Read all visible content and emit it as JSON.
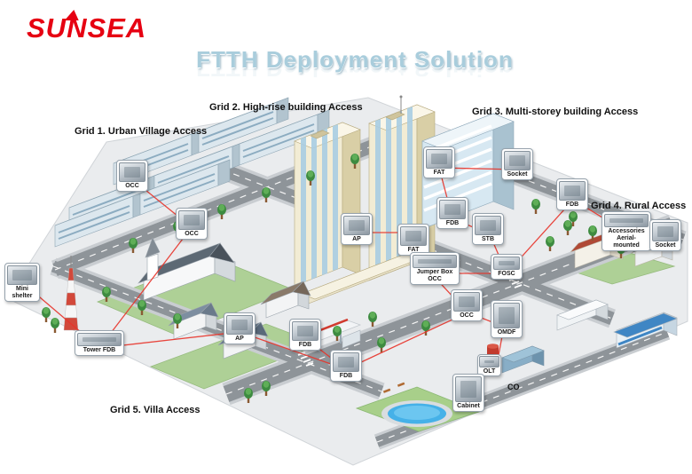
{
  "brand": {
    "logo_text": "SUNSEA"
  },
  "title": "FTTH Deployment Solution",
  "grid_labels": {
    "grid1": "Grid 1. Urban Village Access",
    "grid2": "Grid 2. High-rise building Access",
    "grid3": "Grid 3. Multi-storey building Access",
    "grid4": "Grid 4. Rural Access",
    "grid5": "Grid 5. Villa Access"
  },
  "scene_labels": {
    "co": "CO"
  },
  "callouts": [
    {
      "label": "OCC"
    },
    {
      "label": "OCC"
    },
    {
      "label": "Mini shelter"
    },
    {
      "label": "Tower FDB"
    },
    {
      "label": "AP"
    },
    {
      "label": "AP"
    },
    {
      "label": "FAT"
    },
    {
      "label": "Jumper Box OCC"
    },
    {
      "label": "OCC"
    },
    {
      "label": "FOSC"
    },
    {
      "label": "STB"
    },
    {
      "label": "FDB"
    },
    {
      "label": "FAT"
    },
    {
      "label": "Socket"
    },
    {
      "label": "FDB"
    },
    {
      "label": "Accessories Aerial-mounted"
    },
    {
      "label": "Socket"
    },
    {
      "label": "OMDF"
    },
    {
      "label": "OLT"
    },
    {
      "label": "Cabinet"
    },
    {
      "label": "FDB"
    },
    {
      "label": "FDB"
    }
  ],
  "colors": {
    "brand_red": "#e60012",
    "title_blue": "#a9cddc",
    "fiber_red": "#e8342a",
    "ground_gray": "#eaecee"
  }
}
